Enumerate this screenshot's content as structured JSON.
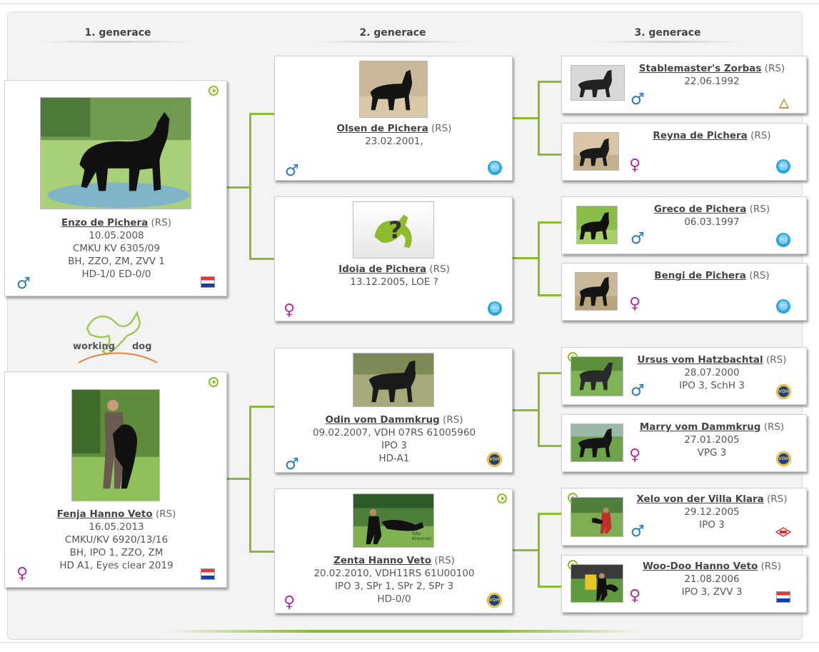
{
  "headers": {
    "gen1": "1. generace",
    "gen2": "2. generace",
    "gen3": "3. generace"
  },
  "logo": {
    "left": "working",
    "right": "dog"
  },
  "colors": {
    "accent_green": "#8dbb2c",
    "male_blue": "#2a7ab8",
    "female_magenta": "#b0309e"
  },
  "sex_symbols": {
    "male": "♂",
    "female": "♀"
  },
  "breed_code": "(RS)",
  "dogs": {
    "sire": {
      "name": "Enzo de Pichera",
      "lines": [
        "10.05.2008",
        "CMKU KV 6305/09",
        "BH, ZZO, ZM, ZVV 1",
        "HD-1/0 ED-0/0"
      ],
      "sex": "male",
      "badge": "cmku-logo",
      "video": true
    },
    "dam": {
      "name": "Fenja Hanno Veto",
      "lines": [
        "16.05.2013",
        "CMKU/KV 6920/13/16",
        "BH, IPO 1, ZZO, ZM",
        "HD A1, Eyes clear 2019"
      ],
      "sex": "female",
      "badge": "cmku-logo",
      "video": true
    },
    "ss": {
      "name": "Olsen de Pichera",
      "lines": [
        "23.02.2001,"
      ],
      "sex": "male",
      "badge": "fci-logo"
    },
    "sd": {
      "name": "Idoia de Pichera",
      "lines": [
        "13.12.2005, LOE ?"
      ],
      "sex": "female",
      "badge": "fci-logo"
    },
    "ds": {
      "name": "Odin vom Dammkrug",
      "lines": [
        "09.02.2007, VDH 07RS 61005960",
        "IPO 3",
        "HD-A1"
      ],
      "sex": "male",
      "badge": "vdh-logo"
    },
    "dd": {
      "name": "Zenta Hanno Veto",
      "lines": [
        "20.02.2010, VDH11RS 61U00100",
        "IPO 3, SPr 1, SPr 2, SPr 3",
        "HD-0/0"
      ],
      "sex": "female",
      "badge": "vdh-logo",
      "video": true,
      "photo_caption": "foto Krouman"
    },
    "sss": {
      "name": "Stablemaster's Zorbas",
      "lines": [
        "22.06.1992"
      ],
      "sex": "male",
      "badge": "kennel-logo"
    },
    "ssd": {
      "name": "Reyna de Pichera",
      "lines": [],
      "sex": "female",
      "badge": "fci-logo"
    },
    "sds": {
      "name": "Greco de Pichera",
      "lines": [
        "06.03.1997"
      ],
      "sex": "male",
      "badge": "fci-logo"
    },
    "sdd": {
      "name": "Bengi de Pichera",
      "lines": [],
      "sex": "female",
      "badge": "fci-logo"
    },
    "dss": {
      "name": "Ursus vom Hatzbachtal",
      "lines": [
        "28.07.2000",
        "IPO 3, SchH 3"
      ],
      "sex": "male",
      "badge": "vdh-logo",
      "video": true
    },
    "dsd": {
      "name": "Marry vom Dammkrug",
      "lines": [
        "27.01.2005",
        "VPG 3"
      ],
      "sex": "female",
      "badge": "vdh-logo"
    },
    "dds": {
      "name": "Xelo von der Villa Klara",
      "lines": [
        "29.12.2005",
        "IPO 3"
      ],
      "sex": "male",
      "badge": "vdh-diamond-logo",
      "video": true
    },
    "ddd": {
      "name": "Woo-Doo Hanno Veto",
      "lines": [
        "21.08.2006",
        "IPO 3, ZVV 3"
      ],
      "sex": "female",
      "badge": "cmku-logo",
      "video": true
    }
  }
}
